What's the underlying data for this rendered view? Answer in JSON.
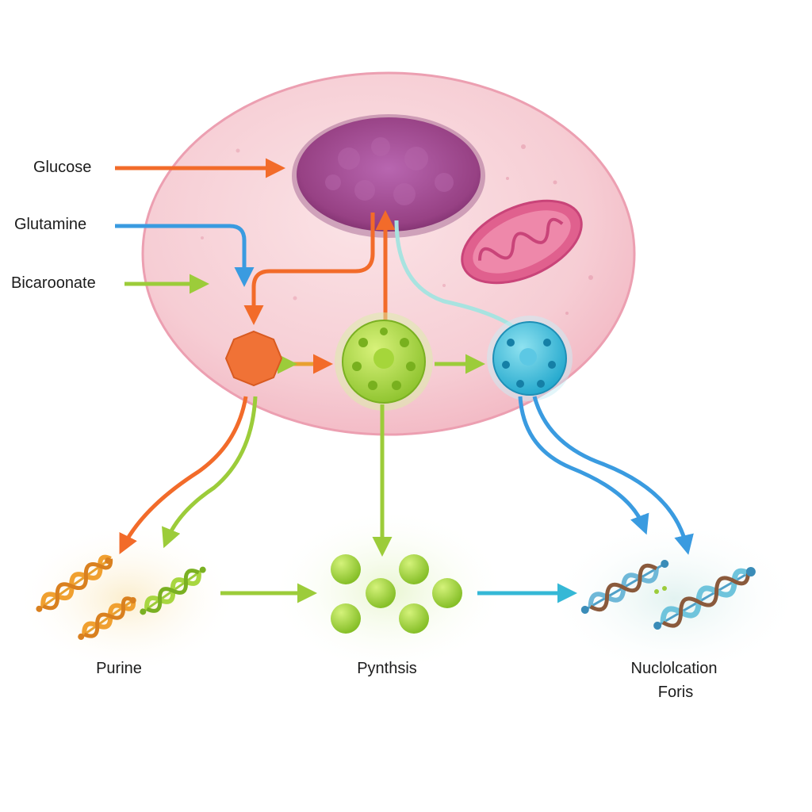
{
  "inputs": {
    "glucose": "Glucose",
    "glutamine": "Glutamine",
    "bicarbonate": "Bicaroonate"
  },
  "outputs": {
    "purine": "Purine",
    "synthesis": "Pynthsis",
    "nucleotide_line1": "Nuclolcation",
    "nucleotide_line2": "Foris"
  },
  "colors": {
    "orange": "#f26b2a",
    "blue": "#3a9be0",
    "green": "#9ccc3a",
    "teal": "#35b8d6",
    "cell": "#f6c8d0",
    "nucleus": "#a0468f",
    "mitochondrion": "#e0608e"
  },
  "icons": {
    "orange-node": "hexagon",
    "green-node": "dotted-sphere",
    "blue-node": "dotted-sphere",
    "purine-helices": "dna-helix",
    "synthesis-spheres": "spheres",
    "nucleotide-helices": "dna-helix"
  }
}
